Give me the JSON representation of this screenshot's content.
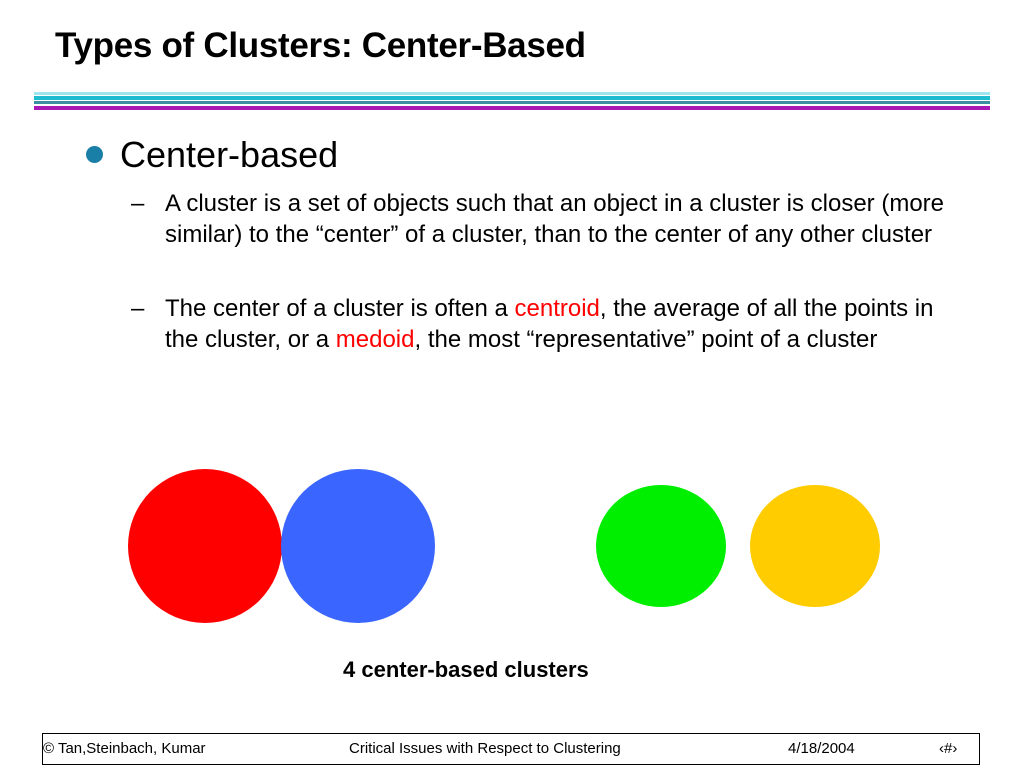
{
  "slide": {
    "title": "Types of Clusters: Center-Based",
    "bullet": "Center-based",
    "dash": "–",
    "sub_bullets": [
      {
        "text": " A cluster is a set of objects such that an object in a cluster is closer (more similar) to the “center” of a cluster, than to the center of any other cluster"
      },
      {
        "part1": "The center of a cluster is often a ",
        "highlight1": "centroid",
        "part2": ", the average of all the points in the cluster, or a ",
        "highlight2": "medoid",
        "part3": ", the most “representative” point of a cluster"
      }
    ],
    "caption": "4 center-based clusters"
  },
  "clusters": [
    {
      "color": "#ff0000"
    },
    {
      "color": "#3a66ff"
    },
    {
      "color": "#00ee00"
    },
    {
      "color": "#ffcc00"
    }
  ],
  "footer": {
    "left": "© Tan,Steinbach, Kumar",
    "center": "Critical Issues with Respect to Clustering",
    "date": "4/18/2004",
    "page": "‹#›"
  },
  "colors": {
    "highlight": "#ff0000",
    "bullet": "#1a7fa6",
    "rule_accent": "#a818b4",
    "rule_teal": "#1fbccf"
  }
}
